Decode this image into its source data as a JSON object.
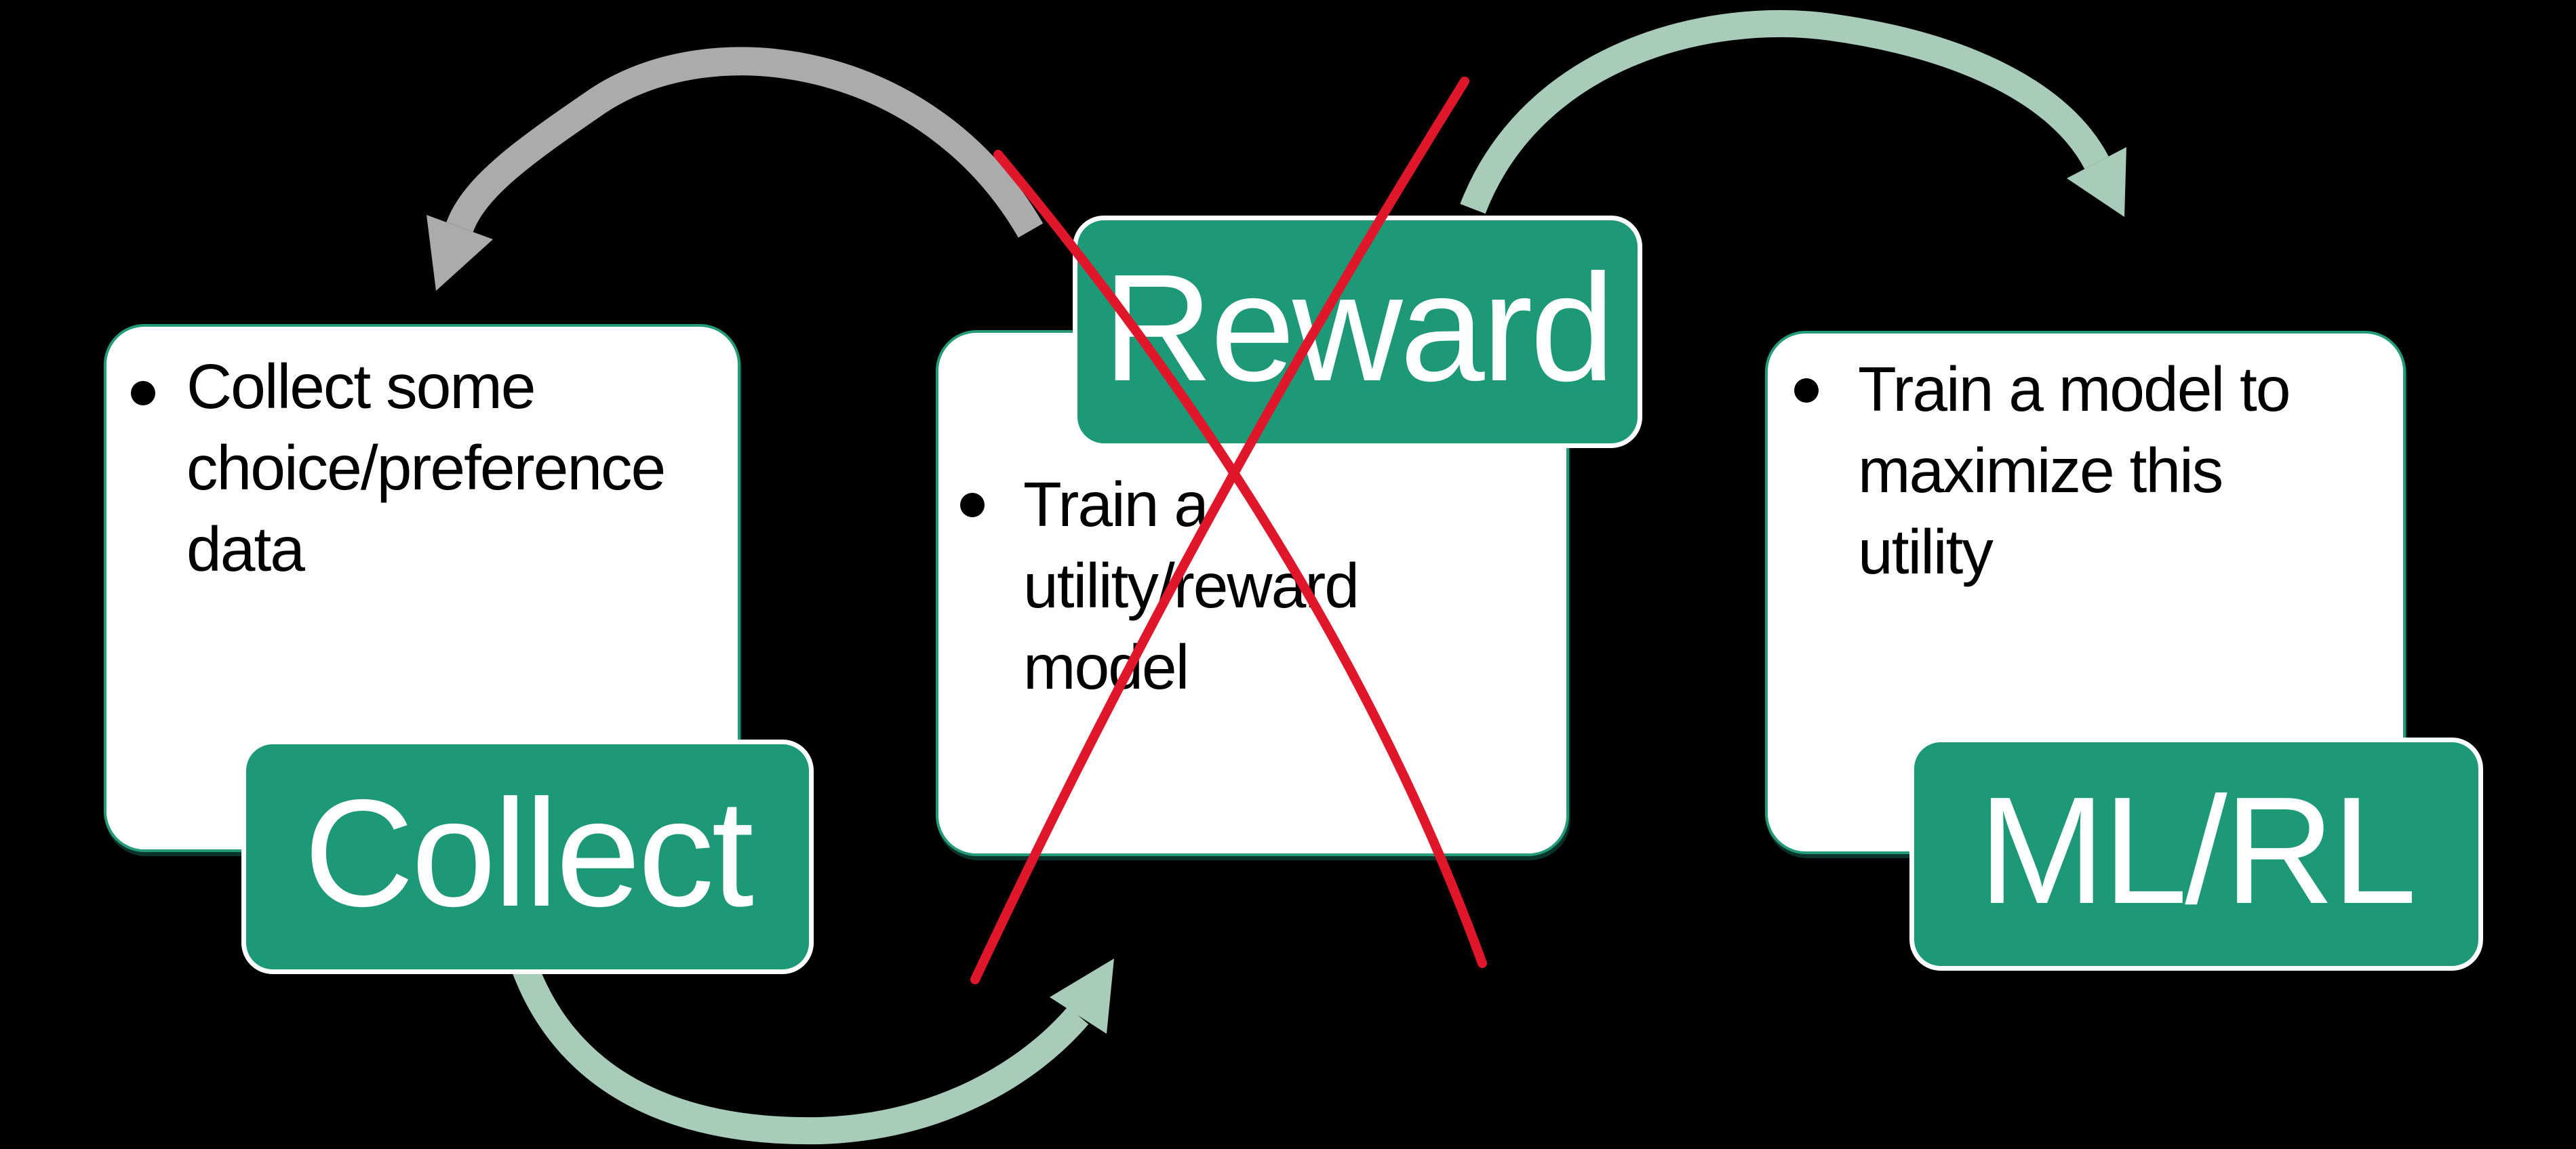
{
  "slide": {
    "type": "flow-diagram",
    "background_color": "#000000",
    "bullet_glyph": "●",
    "cards": [
      {
        "id": "collect",
        "tag_label": "Collect",
        "lines": [
          "Collect some",
          "choice/preference",
          "data"
        ]
      },
      {
        "id": "reward",
        "tag_label": "Reward",
        "lines": [
          "Train a",
          "utility/reward",
          "model"
        ]
      },
      {
        "id": "mlrl",
        "tag_label": "ML/RL",
        "lines": [
          "Train a model to",
          "maximize this",
          "utility"
        ]
      }
    ],
    "arrows": [
      {
        "id": "loop-back-arrow",
        "style": "gray-curved-arrow"
      },
      {
        "id": "reward-to-mlrl-arrow",
        "style": "sage-curved-arrow"
      },
      {
        "id": "collect-to-model-arrow",
        "style": "sage-curved-arrow"
      }
    ],
    "annotation": {
      "id": "red-x",
      "meaning": "reward-model-step-crossed-out"
    },
    "colors": {
      "background": "#000000",
      "card_fill": "#FFFFFF",
      "card_border": "#239A78",
      "tag_fill": "#1E9977",
      "tag_outline": "#FFFFFF",
      "tag_text": "#FFFFFF",
      "body_text": "#000000",
      "gray_arrow": "#ABABAB",
      "sage_arrow": "#A8CBBA",
      "red_x": "#E0162B"
    }
  }
}
